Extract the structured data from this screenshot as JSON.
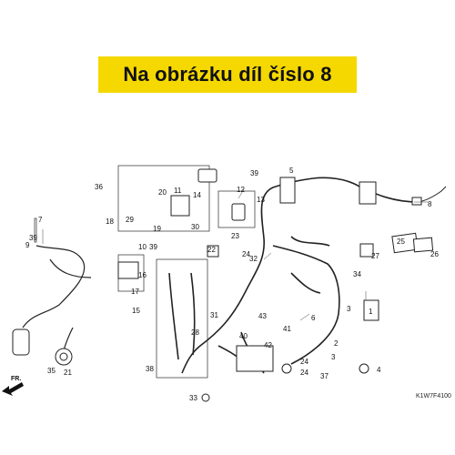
{
  "banner": {
    "text": "Na obrázku díl číslo 8",
    "color": "#f5d800"
  },
  "diagram": {
    "code": "K1W7F4100",
    "direction_label": "FR.",
    "part_numbers": [
      "1",
      "2",
      "3",
      "3",
      "4",
      "5",
      "6",
      "7",
      "8",
      "9",
      "10",
      "11",
      "12",
      "13",
      "14",
      "15",
      "16",
      "17",
      "18",
      "19",
      "20",
      "21",
      "22",
      "23",
      "24",
      "24",
      "24",
      "25",
      "26",
      "27",
      "28",
      "29",
      "30",
      "31",
      "32",
      "33",
      "34",
      "35",
      "36",
      "37",
      "38",
      "39",
      "39",
      "39",
      "40",
      "41",
      "42",
      "43"
    ]
  }
}
